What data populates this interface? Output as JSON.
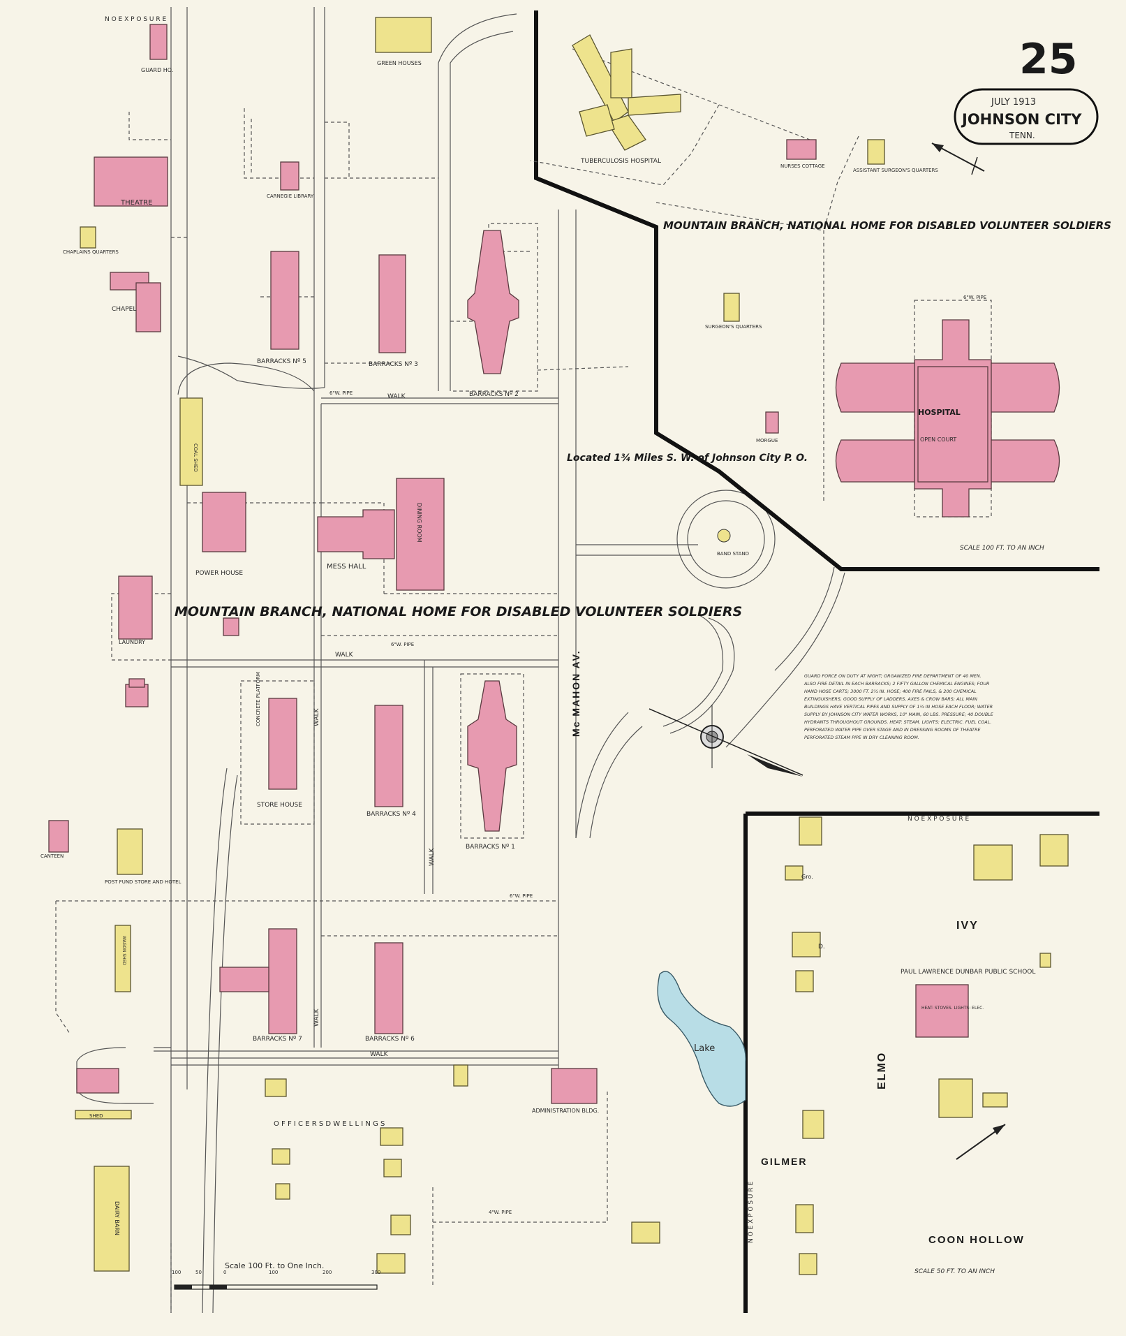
{
  "sheet": {
    "page_number": "25",
    "date": "JULY 1913",
    "city": "JOHNSON CITY",
    "state": "TENN."
  },
  "titles": {
    "main": "MOUNTAIN BRANCH, NATIONAL HOME FOR DISABLED VOLUNTEER SOLDIERS",
    "upper": "MOUNTAIN BRANCH, NATIONAL HOME FOR DISABLED VOLUNTEER SOLDIERS",
    "location": "Located 1¾ Miles S. W. of Johnson City P. O."
  },
  "edge_notes": {
    "no_exposure_top": "N O   E X P O S U R E",
    "no_exposure_right": "N O   E X P O S U R E",
    "no_exposure_vertical": "N O   E X P O S U R E"
  },
  "buildings": {
    "guard_house": "GUARD HO.",
    "green_houses": "GREEN HOUSES",
    "tuberculosis_hospital": "TUBERCULOSIS HOSPITAL",
    "nurses_cottage": "NURSES COTTAGE",
    "assistant_surgeons_quarters": "ASSISTANT SURGEON'S QUARTERS",
    "theatre": "THEATRE",
    "carnegie_library": "CARNEGIE LIBRARY",
    "chaplains_quarters": "CHAPLAINS QUARTERS",
    "chapel": "CHAPEL",
    "surgeons_quarters": "SURGEON'S QUARTERS",
    "barracks_5": "BARRACKS Nº 5",
    "barracks_3": "BARRACKS Nº 3",
    "barracks_2": "BARRACKS Nº 2",
    "hospital": "HOSPITAL",
    "open_court": "OPEN COURT",
    "morgue": "MORGUE",
    "coal_shed": "COAL SHED",
    "power_house": "POWER HOUSE",
    "mess_hall": "MESS HALL",
    "dining_room": "DINING ROOM",
    "band_stand": "BAND STAND",
    "laundry": "LAUNDRY",
    "store_house": "STORE HOUSE",
    "concrete_platform": "CONCRETE PLATFORM",
    "barracks_4": "BARRACKS Nº 4",
    "barracks_1": "BARRACKS Nº 1",
    "canteen": "CANTEEN",
    "post_fund_store": "POST FUND STORE AND HOTEL",
    "wagon_shed": "WAGON SHED",
    "barracks_7": "BARRACKS Nº 7",
    "barracks_6": "BARRACKS Nº 6",
    "administration": "ADMINISTRATION BLDG.",
    "officers_dwellings": "O F F I C E R S      D W E L L I N G S",
    "shed": "SHED",
    "dairy_barn": "DAIRY BARN",
    "dunbar_school": "PAUL LAWRENCE DUNBAR PUBLIC SCHOOL",
    "school_note": "HEAT: STOVES. LIGHTS: ELEC.",
    "grocery": "Gro.",
    "dwelling_mark": "D."
  },
  "streets": {
    "mcmahon": "Mc MAHON   AV.",
    "ivy": "IVY",
    "elmo": "ELMO",
    "gilmer": "GILMER",
    "coon_hollow": "COON   HOLLOW",
    "walk": "WALK",
    "lake": "Lake"
  },
  "pipes": {
    "six_inch": "6\"W. PIPE",
    "four_inch": "4\"W. PIPE"
  },
  "scales": {
    "upper_right": "SCALE 100 FT. TO AN INCH",
    "lower_right": "SCALE 50 FT. TO AN INCH",
    "bottom": "Scale 100 Ft. to One Inch.",
    "ticks": [
      "100",
      "50",
      "0",
      "100",
      "200",
      "300"
    ]
  },
  "notes": {
    "fire_protection": [
      "GUARD FORCE ON DUTY AT NIGHT; ORGANIZED FIRE DEPARTMENT OF 40 MEN.",
      "ALSO FIRE DETAIL IN EACH BARRACKS; 2 FIFTY GALLON CHEMICAL ENGINES; FOUR",
      "HAND HOSE CARTS; 3000 FT. 2½ IN. HOSE; 400 FIRE PAILS, & 200 CHEMICAL",
      "EXTINGUISHERS, GOOD SUPPLY OF LADDERS, AXES & CROW BARS; ALL MAIN",
      "BUILDINGS HAVE VERTICAL PIPES AND SUPPLY OF 1½ IN HOSE EACH FLOOR; WATER",
      "SUPPLY BY JOHNSON CITY WATER WORKS, 10\" MAIN, 60 LBS. PRESSURE; 40 DOUBLE",
      "HYDRANTS THROUGHOUT GROUNDS. HEAT: STEAM. LIGHTS: ELECTRIC. FUEL COAL.",
      "PERFORATED WATER PIPE OVER STAGE AND IN DRESSING ROOMS OF THEATRE",
      "PERFORATED STEAM PIPE IN DRY CLEANING ROOM."
    ]
  },
  "colors": {
    "brick": "#e79ab0",
    "frame": "#eee38d",
    "water": "#b8dde6",
    "paper": "#f7f4e8"
  }
}
